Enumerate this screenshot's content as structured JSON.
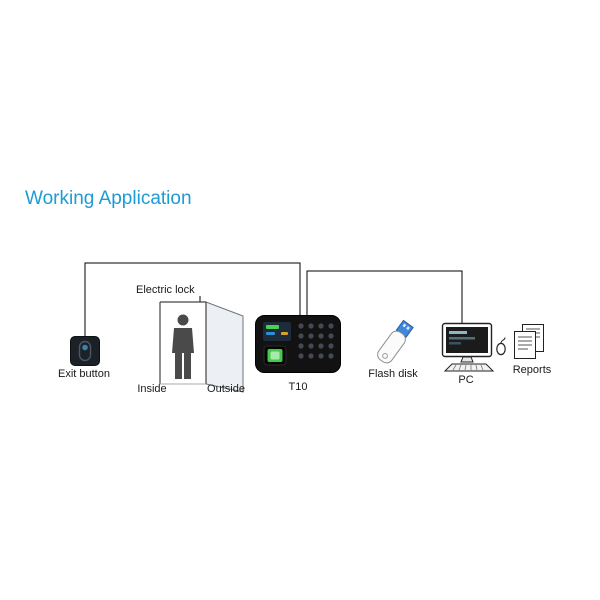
{
  "title": "Working Application",
  "labels": {
    "exit_button": "Exit button",
    "electric_lock": "Electric lock",
    "inside": "Inside",
    "outside": "Outside",
    "t10": "T10",
    "flash_disk": "Flash disk",
    "pc": "PC",
    "reports": "Reports"
  },
  "icons": [
    "exit-button-icon",
    "door-with-person-icon",
    "t10-terminal-icon",
    "flash-disk-icon",
    "pc-monitor-icon",
    "mouse-icon",
    "reports-documents-icon"
  ],
  "colors": {
    "title_blue": "#1d9bd5",
    "wire_black": "#000000",
    "device_body": "#121212",
    "sensor_green": "#45c94a",
    "usb_blue": "#3f86de"
  }
}
